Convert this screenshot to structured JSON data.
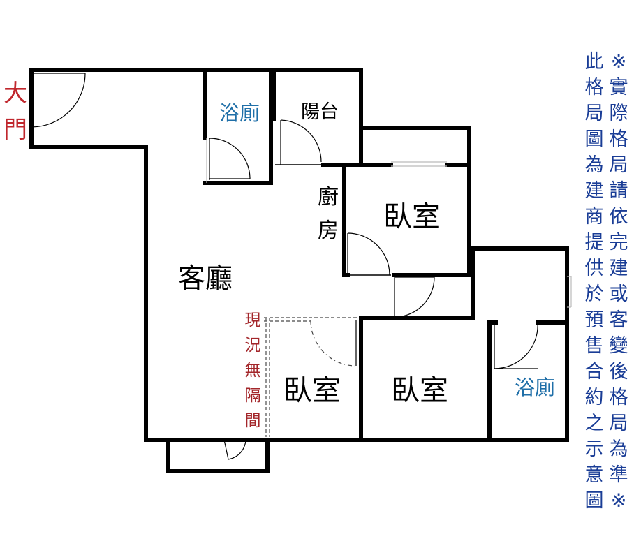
{
  "labels": {
    "main_door": "大門",
    "bathroom_top": "浴廁",
    "balcony": "陽台",
    "kitchen": "廚房",
    "living_room": "客廳",
    "bedroom_top": "臥室",
    "bedroom_middle": "臥室",
    "bedroom_right": "臥室",
    "bathroom_right": "浴廁",
    "no_partition_note": "現況無隔間"
  },
  "disclaimer": {
    "line_right": "※實際格局請依完建或客變後格局為準※",
    "line_left": "此格局圖為建商提供於預售合約之示意圖"
  },
  "colors": {
    "wall": "#000000",
    "door_label": "#c0272d",
    "bathroom_label": "#1f6fa8",
    "note_label": "#a3262a",
    "disclaimer": "#1a3d96"
  }
}
